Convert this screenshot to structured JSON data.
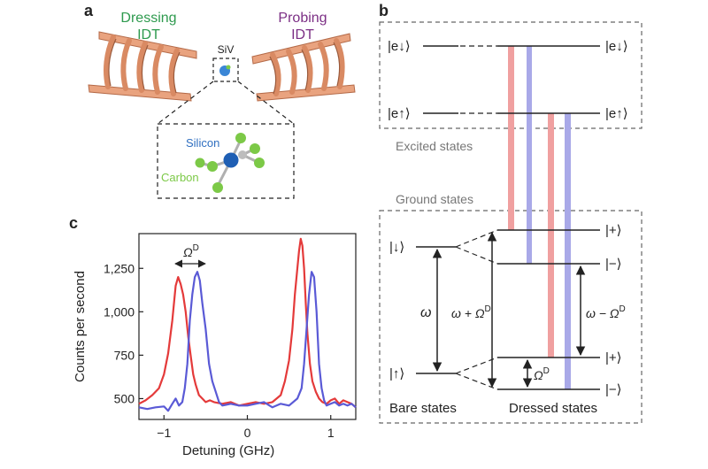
{
  "panel_labels": {
    "a": "a",
    "b": "b",
    "c": "c"
  },
  "panel_a": {
    "dressing_line1": "Dressing",
    "dressing_line2": "IDT",
    "probing_line1": "Probing",
    "probing_line2": "IDT",
    "siv_label": "SiV",
    "silicon_label": "Silicon",
    "carbon_label": "Carbon",
    "colors": {
      "dressing": "#2e9a4e",
      "probing": "#7b2e84",
      "silicon": "#2f6fc0",
      "carbon": "#7cc947",
      "idt": "#e9a37f"
    }
  },
  "panel_b": {
    "excited": {
      "e_down": "|e↓⟩",
      "e_up": "|e↑⟩",
      "box_label": "Excited states"
    },
    "ground_box_label": "Ground states",
    "bare": {
      "down": "|↓⟩",
      "up": "|↑⟩",
      "label": "Bare states"
    },
    "dressed": {
      "plus_top": "|+⟩",
      "minus_top": "|−⟩",
      "plus_bottom": "|+⟩",
      "minus_bottom": "|−⟩",
      "label": "Dressed states"
    },
    "omega": "ω",
    "omega_plus": "ω + Ω",
    "omega_minus": "ω − Ω",
    "omega_d": "Ω",
    "sup_d": "D",
    "colors": {
      "red": "#f0a0a0",
      "blue": "#a9a9e8"
    }
  },
  "chart_data": {
    "type": "line",
    "xlabel": "Detuning (GHz)",
    "ylabel": "Counts per second",
    "xlim": [
      -1.3,
      1.3
    ],
    "ylim": [
      380,
      1450
    ],
    "xticks": [
      -1,
      0,
      1
    ],
    "xtick_labels": [
      "−1",
      "0",
      "1"
    ],
    "yticks": [
      500,
      750,
      1000,
      1250
    ],
    "ytick_labels": [
      "500",
      "750",
      "1,000",
      "1,250"
    ],
    "annotation": "Ω",
    "annotation_sup": "D",
    "series": [
      {
        "color": "#e43a3a",
        "x": [
          -1.3,
          -1.22,
          -1.14,
          -1.06,
          -1.0,
          -0.95,
          -0.9,
          -0.86,
          -0.83,
          -0.8,
          -0.77,
          -0.74,
          -0.71,
          -0.68,
          -0.65,
          -0.62,
          -0.58,
          -0.54,
          -0.5,
          -0.45,
          -0.4,
          -0.3,
          -0.2,
          -0.1,
          0.0,
          0.1,
          0.2,
          0.3,
          0.4,
          0.45,
          0.5,
          0.54,
          0.57,
          0.6,
          0.62,
          0.64,
          0.66,
          0.68,
          0.7,
          0.72,
          0.75,
          0.78,
          0.82,
          0.86,
          0.9,
          0.95,
          1.0,
          1.05,
          1.1,
          1.15,
          1.2,
          1.25,
          1.3
        ],
        "y": [
          470,
          490,
          520,
          560,
          640,
          760,
          950,
          1150,
          1200,
          1160,
          1100,
          1000,
          860,
          750,
          640,
          580,
          520,
          500,
          480,
          490,
          480,
          470,
          480,
          460,
          470,
          480,
          470,
          480,
          520,
          600,
          720,
          900,
          1100,
          1250,
          1350,
          1420,
          1380,
          1250,
          1050,
          880,
          700,
          600,
          540,
          500,
          480,
          470,
          490,
          500,
          470,
          490,
          480,
          470,
          450
        ]
      },
      {
        "color": "#5a5ad6",
        "x": [
          -1.3,
          -1.2,
          -1.1,
          -1.0,
          -0.95,
          -0.9,
          -0.86,
          -0.82,
          -0.78,
          -0.75,
          -0.72,
          -0.69,
          -0.66,
          -0.63,
          -0.6,
          -0.57,
          -0.54,
          -0.5,
          -0.46,
          -0.42,
          -0.38,
          -0.34,
          -0.3,
          -0.2,
          -0.1,
          0.0,
          0.1,
          0.2,
          0.3,
          0.4,
          0.5,
          0.6,
          0.65,
          0.68,
          0.71,
          0.74,
          0.77,
          0.8,
          0.83,
          0.86,
          0.89,
          0.92,
          0.95,
          1.0,
          1.05,
          1.1,
          1.15,
          1.2,
          1.25,
          1.3
        ],
        "y": [
          450,
          440,
          450,
          455,
          430,
          470,
          500,
          460,
          480,
          560,
          700,
          950,
          1100,
          1200,
          1230,
          1180,
          1050,
          900,
          700,
          600,
          540,
          480,
          460,
          470,
          460,
          460,
          470,
          480,
          450,
          470,
          460,
          500,
          560,
          700,
          900,
          1100,
          1230,
          1200,
          1000,
          700,
          560,
          490,
          460,
          470,
          480,
          460,
          470,
          460,
          470,
          450
        ]
      }
    ]
  }
}
